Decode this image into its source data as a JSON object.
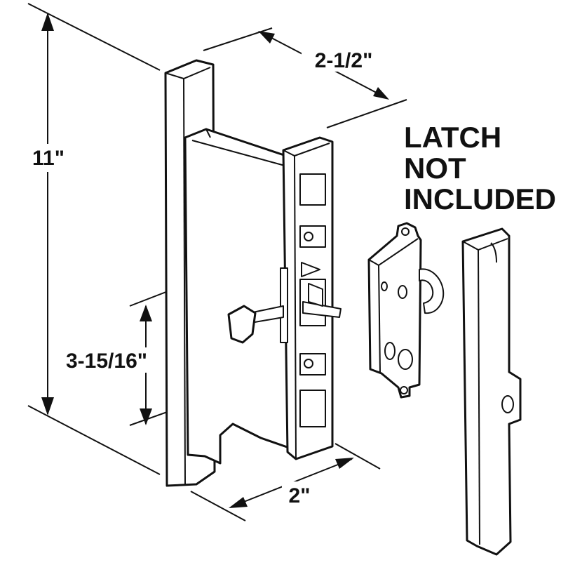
{
  "dimensions": {
    "height": "11\"",
    "depth": "2-1/2\"",
    "hole_spacing": "3-15/16\"",
    "width": "2\""
  },
  "note": {
    "line1": "LATCH",
    "line2": "NOT",
    "line3": "INCLUDED"
  },
  "colors": {
    "line": "#111111",
    "background": "#ffffff"
  }
}
